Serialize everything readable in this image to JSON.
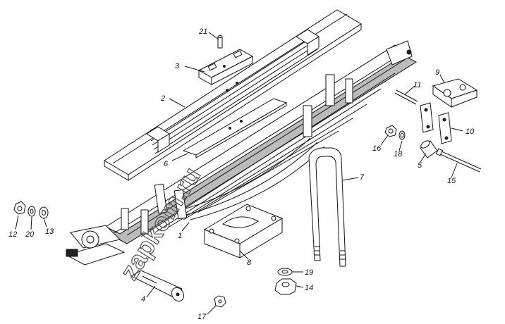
{
  "watermark": "zapkom.ru",
  "callouts": [
    {
      "id": "c21",
      "label": "21"
    },
    {
      "id": "c3",
      "label": "3"
    },
    {
      "id": "c2",
      "label": "2"
    },
    {
      "id": "c6",
      "label": "6"
    },
    {
      "id": "c1",
      "label": "1"
    },
    {
      "id": "c11",
      "label": "11"
    },
    {
      "id": "c9",
      "label": "9"
    },
    {
      "id": "c10",
      "label": "10"
    },
    {
      "id": "c16",
      "label": "16"
    },
    {
      "id": "c18",
      "label": "18"
    },
    {
      "id": "c5",
      "label": "5"
    },
    {
      "id": "c15",
      "label": "15"
    },
    {
      "id": "c7",
      "label": "7"
    },
    {
      "id": "c8",
      "label": "8"
    },
    {
      "id": "c12",
      "label": "12"
    },
    {
      "id": "c20",
      "label": "20"
    },
    {
      "id": "c13",
      "label": "13"
    },
    {
      "id": "c4",
      "label": "4"
    },
    {
      "id": "c19",
      "label": "19"
    },
    {
      "id": "c14",
      "label": "14"
    },
    {
      "id": "c17",
      "label": "17"
    }
  ]
}
